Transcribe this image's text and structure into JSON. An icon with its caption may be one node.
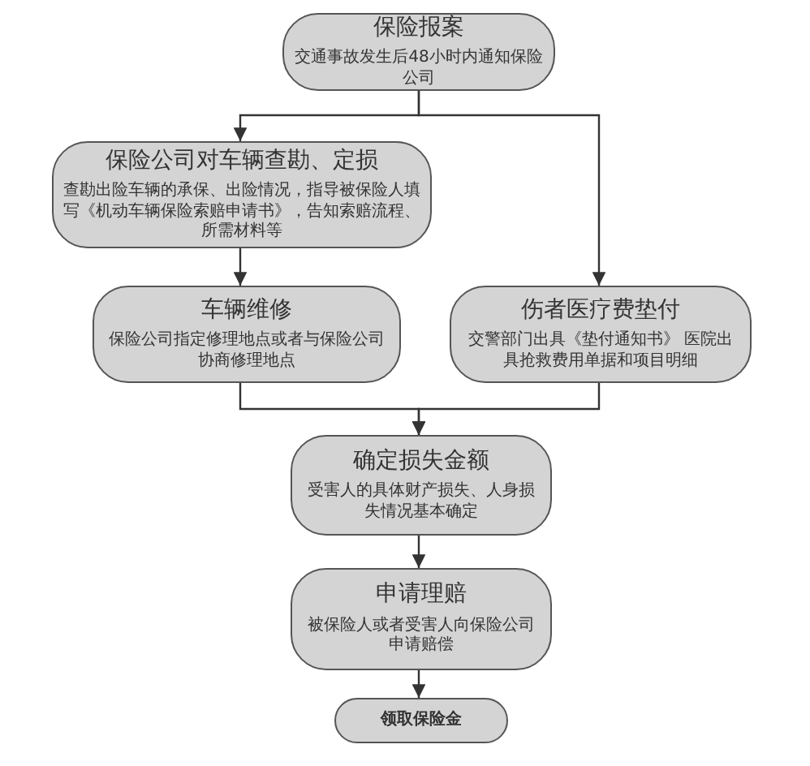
{
  "diagram": {
    "nodes": [
      {
        "text": [
          "保险报案",
          "交通事故发生后48小时内通知保险公司"
        ]
      },
      {
        "text": [
          "保险公司对车辆查勘、定损",
          "查勘出险车辆的承保、出险情况，指导被保险人填写《机动车辆保险索赔申请书》，告知索赔流程、所需材料等"
        ]
      },
      {
        "text": [
          "车辆维修",
          "保险公司指定修理地点或者与保险公司协商修理地点"
        ]
      },
      {
        "text": [
          "伤者医疗费垫付",
          "交警部门出具《垫付通知书》 医院出具抢救费用单据和项目明细"
        ]
      },
      {
        "text": [
          "确定损失金额",
          "受害人的具体财产损失、人身损失情况基本确定"
        ]
      },
      {
        "text": [
          "申请理赔",
          "被保险人或者受害人向保险公司申请赔偿"
        ]
      },
      {
        "text": [
          "领取保险金"
        ]
      }
    ],
    "edges": [
      {
        "from": 0,
        "to": 1,
        "arrow": "to"
      },
      {
        "from": 0,
        "to": 3,
        "arrow": "to"
      },
      {
        "from": 1,
        "to": 2,
        "arrow": "to"
      },
      {
        "from": 2,
        "to": 4,
        "arrow": "to"
      },
      {
        "from": 3,
        "to": 4,
        "arrow": "to"
      },
      {
        "from": 4,
        "to": 5,
        "arrow": "to"
      },
      {
        "from": 5,
        "to": 6,
        "arrow": "to"
      }
    ]
  }
}
